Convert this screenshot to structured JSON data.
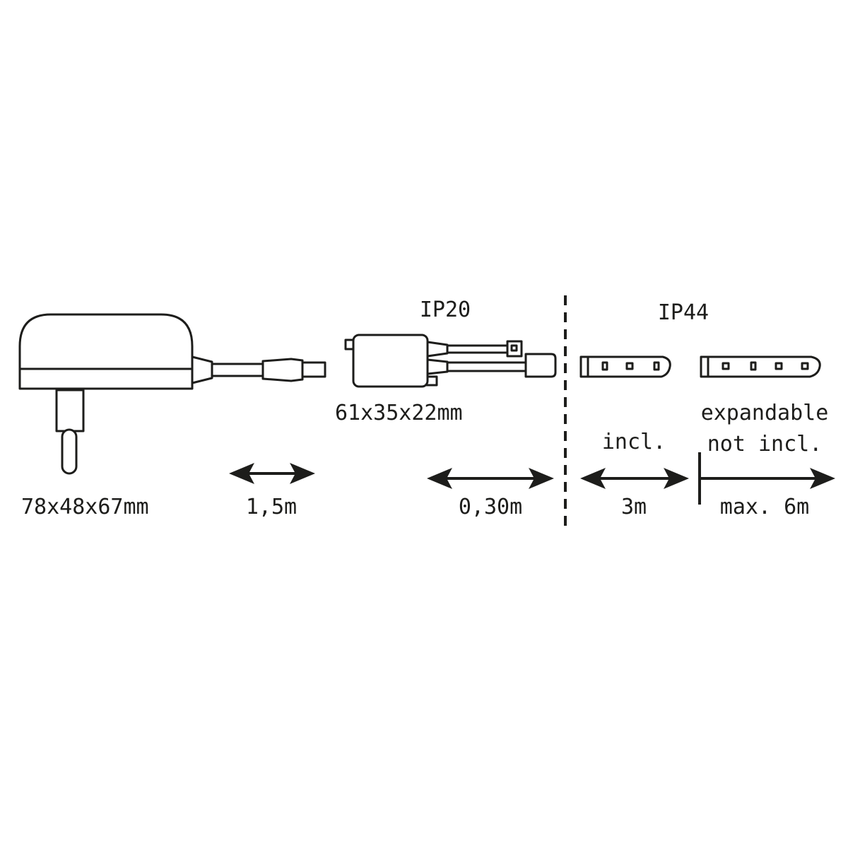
{
  "labels": {
    "adapter_dims": "78x48x67mm",
    "adapter_cable_length": "1,5m",
    "controller_ip": "IP20",
    "controller_dims": "61x35x22mm",
    "controller_cable_length": "0,30m",
    "strip_ip": "IP44",
    "strip_included": "incl.",
    "strip_included_length": "3m",
    "expandable_line1": "expandable",
    "expandable_line2": "not incl.",
    "expandable_max": "max. 6m"
  },
  "colors": {
    "ink": "#1d1d1b",
    "background": "#ffffff"
  },
  "icons": [
    "power-adapter-icon",
    "controller-box-icon",
    "led-strip-icon",
    "double-arrow-icon",
    "dashed-divider"
  ]
}
